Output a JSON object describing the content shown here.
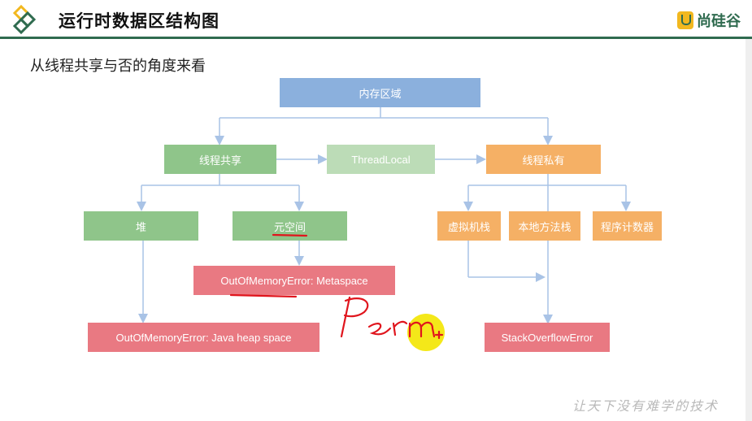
{
  "header": {
    "title": "运行时数据区结构图",
    "brand": "尚硅谷"
  },
  "subtitle": "从线程共享与否的角度来看",
  "diagram": {
    "root": "内存区域",
    "shared": "线程共享",
    "threadlocal": "ThreadLocal",
    "private": "线程私有",
    "heap": "堆",
    "metaspace": "元空间",
    "vmstack": "虚拟机栈",
    "nativestack": "本地方法栈",
    "pc": "程序计数器",
    "oom_meta": "OutOfMemoryError: Metaspace",
    "oom_heap": "OutOfMemoryError: Java heap space",
    "soe": "StackOverflowError"
  },
  "colors": {
    "header_line": "#2f6b4f",
    "blue": "#8bb0dd",
    "green": "#8fc58a",
    "orange": "#f5b065",
    "red": "#e97982",
    "connector": "#a9c3e6",
    "annotation_ink": "#e0151d",
    "cursor_highlight": "#f3e600"
  },
  "handwriting": "Perm",
  "watermark": "让天下没有难学的技术"
}
